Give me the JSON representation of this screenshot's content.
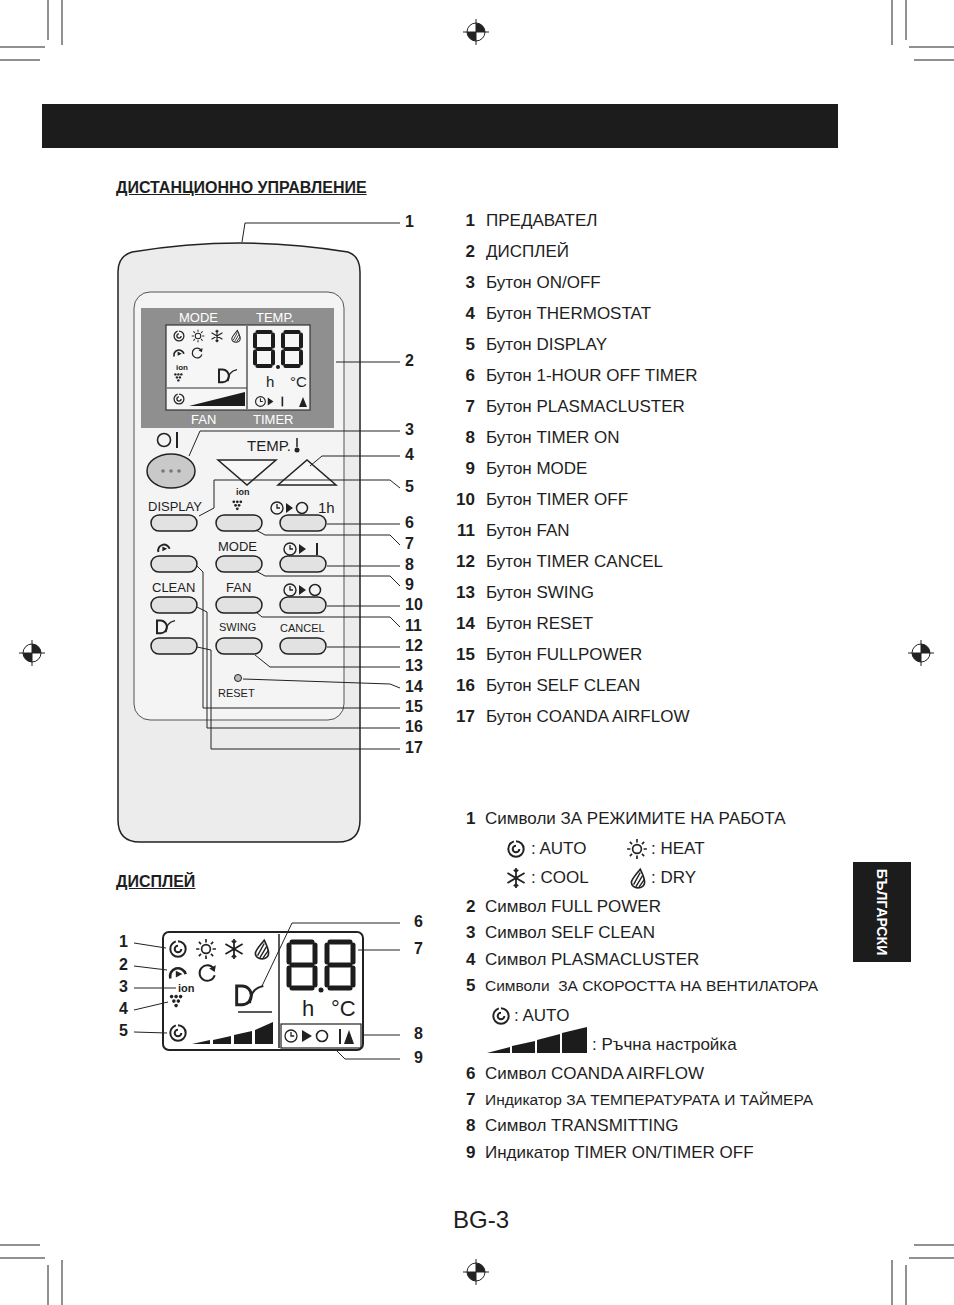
{
  "diagram": {
    "title": "ДИСТАНЦИОННО УПРАВЛЕНИЕ",
    "nodes": [
      {
        "text": [
          "MODE",
          "TEMP.",
          "FAN",
          "TIMER"
        ]
      },
      {
        "text": [
          "БЪЛГАРСКИ"
        ]
      }
    ],
    "labels": [
      "TEMP.",
      "DISPLAY",
      "1h",
      "MODE",
      "CLEAN",
      "FAN",
      "SWING",
      "CANCEL",
      "RESET",
      "ion",
      "ion",
      "h",
      "°C",
      "1",
      "2",
      "3",
      "4",
      "5",
      "6",
      "7",
      "8",
      "9",
      "10",
      "11",
      "12",
      "13",
      "14",
      "15",
      "16",
      "17",
      "1",
      "ПРЕДАВАТЕЛ",
      "2",
      "ДИСПЛЕЙ",
      "3",
      "Бутон ON/OFF",
      "4",
      "Бутон THERMOSTAT",
      "5",
      "Бутон DISPLAY",
      "6",
      "Бутон 1-HOUR OFF TIMER",
      "7",
      "Бутон PLASMACLUSTER",
      "8",
      "Бутон TIMER ON",
      "9",
      "Бутон MODE",
      "10",
      "Бутон TIMER OFF",
      "11",
      "Бутон FAN",
      "12",
      "Бутон TIMER CANCEL",
      "13",
      "Бутон SWING",
      "14",
      "Бутон RESET",
      "15",
      "Бутон FULLPOWER",
      "16",
      "Бутон SELF CLEAN",
      "17",
      "Бутон COANDA AIRFLOW",
      "ДИСПЛЕЙ",
      "1",
      "2",
      "3",
      "4",
      "5",
      "6",
      "7",
      "8",
      "9",
      "1",
      "Символи ЗА РЕЖИМИТЕ НА РАБОТА",
      ": AUTO",
      ": HEAT",
      ": COOL",
      ": DRY",
      "2",
      "Символ FULL POWER",
      "3",
      "Символ SELF CLEAN",
      "4",
      "Символ PLASMACLUSTER",
      "5",
      "Символи  ЗА СКОРОСТТА НА ВЕНТИЛАТОРА",
      ": AUTO",
      ": Ръчна настройка",
      "6",
      "Символ COANDA AIRFLOW",
      "7",
      "Индикатор ЗА ТЕМПЕРАТУРАТА И ТАЙМЕРА",
      "8",
      "Символ TRANSMITTING",
      "9",
      "Индикатор TIMER ON/TIMER OFF",
      "ion",
      "h",
      "°C",
      "BG-3"
    ]
  }
}
